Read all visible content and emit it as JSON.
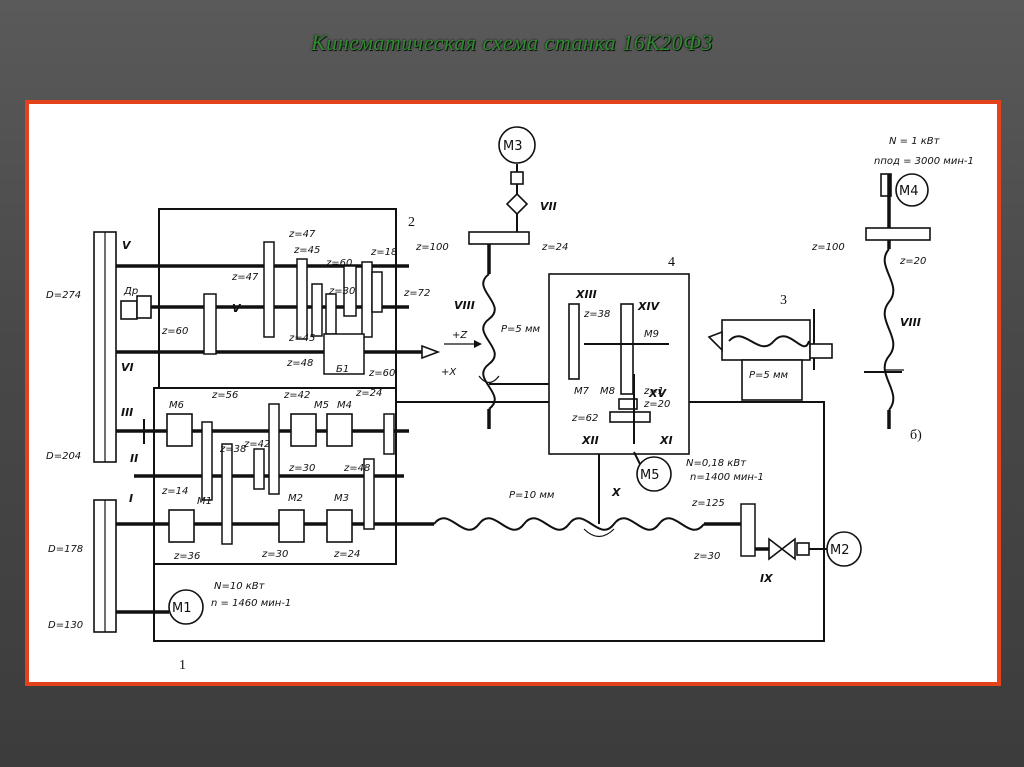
{
  "title": "Кинематическая схема станка 16К20Ф3",
  "labels": {
    "n2": "2",
    "n4": "4",
    "n3": "3",
    "n1": "1",
    "b": "б)",
    "m1": "M1",
    "m2": "M2",
    "m3": "M3",
    "m4": "M4",
    "m5": "M5",
    "mc6": "M6",
    "mc5": "M5",
    "mc4": "M4",
    "mc1": "M1",
    "mc2": "M2",
    "mc3": "M3",
    "mc7": "M7",
    "mc8": "M8",
    "mc9": "M9",
    "r_V": "V",
    "r_V2": "V",
    "r_VI": "VI",
    "r_III": "III",
    "r_II": "II",
    "r_I": "I",
    "r_VII": "VII",
    "r_VIII": "VIII",
    "r_VIIIb": "VIII",
    "r_IX": "IX",
    "r_X": "X",
    "r_XI": "XI",
    "r_XII": "XII",
    "r_XIII": "XIII",
    "r_XIV": "XIV",
    "r_XV": "XV",
    "d274": "D=274",
    "d204": "D=204",
    "d178": "D=178",
    "d130": "D=130",
    "dp": "Дp",
    "z47a": "z=47",
    "z45a": "z=45",
    "z18": "z=18",
    "z47b": "z=47",
    "z60a": "z=60",
    "z30a": "z=30",
    "z72": "z=72",
    "z60b": "z=60",
    "z45b": "z=45",
    "z48a": "z=48",
    "b1": "Б1",
    "z60c": "z=60",
    "z56": "z=56",
    "z42a": "z=42",
    "z24a": "z=24",
    "z38": "z=38",
    "z42b": "z=42",
    "z30b": "z=30",
    "z48b": "z=48",
    "z14": "z=14",
    "z36": "z=36",
    "z30c": "z=30",
    "z24b": "z=24",
    "z100a": "z=100",
    "z24c": "z=24",
    "z100b": "z=100",
    "z20a": "z=20",
    "z38b": "z=38",
    "z1": "z=1",
    "z20b": "z=20",
    "z62": "z=62",
    "z125": "z=125",
    "z30d": "z=30",
    "plusz": "+Z",
    "plusx": "+X",
    "p5a": "P=5 мм",
    "p5b": "P=5 мм",
    "p10": "P=10 мм",
    "n1kw": "N = 1 кВт",
    "n3000": "nпод = 3000 мин-1",
    "n018": "N=0,18 кВт",
    "n1400": "n=1400 мин-1",
    "n10": "N=10 кВт",
    "n1460": "n = 1460 мин-1"
  }
}
